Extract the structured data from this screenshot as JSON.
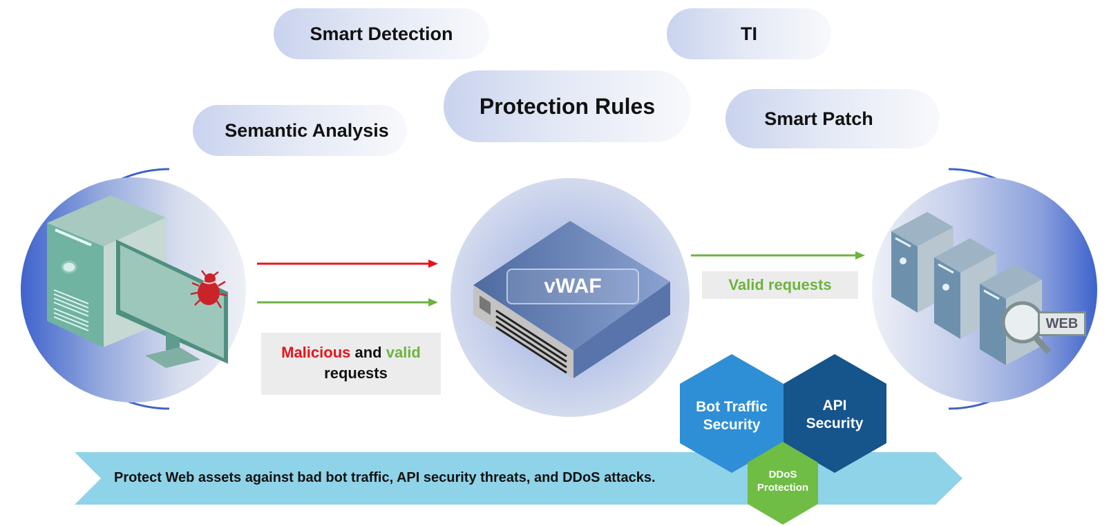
{
  "pills": {
    "smart_detection": "Smart Detection",
    "ti": "TI",
    "protection_rules": "Protection Rules",
    "semantic_analysis": "Semantic Analysis",
    "smart_patch": "Smart Patch"
  },
  "client": {
    "icon": "computer-with-bug"
  },
  "incoming": {
    "word_malicious": "Malicious",
    "word_and": " and ",
    "word_valid": "valid",
    "word_requests": "requests",
    "malicious_color": "#e8141b",
    "valid_color": "#6db33f"
  },
  "vwaf": {
    "label": "vWAF"
  },
  "outgoing": {
    "label": "Valid requests",
    "color": "#6db33f"
  },
  "servers": {
    "badge": "WEB"
  },
  "features": {
    "bot": "Bot Traffic Security",
    "bot_line1": "Bot Traffic",
    "bot_line2": "Security",
    "api_line1": "API",
    "api_line2": "Security",
    "ddos_line1": "DDoS",
    "ddos_line2": "Protection",
    "colors": {
      "bot": "#2e8fd6",
      "api": "#16548c",
      "ddos": "#6fbd44"
    }
  },
  "banner": {
    "text": "Protect Web assets against bad bot traffic, API security threats, and DDoS attacks.",
    "color": "#8fd3e8"
  }
}
